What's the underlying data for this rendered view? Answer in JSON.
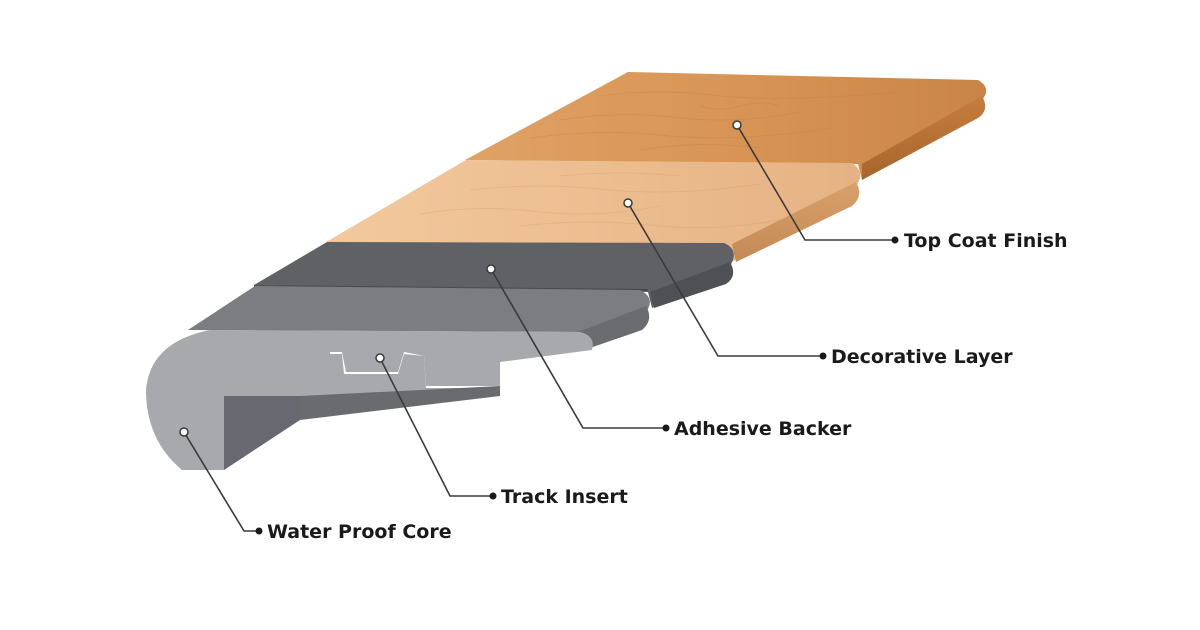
{
  "labels": {
    "top_coat": "Top Coat Finish",
    "decorative": "Decorative Layer",
    "adhesive": "Adhesive Backer",
    "track": "Track Insert",
    "core": "Water Proof Core"
  },
  "colors": {
    "top_coat": "#d9955a",
    "decorative": "#ebbd8f",
    "adhesive": "#5e5f62",
    "core_top": "#7b7c80",
    "core_face": "#a7a8ac",
    "core_inner": "#6a6b6f",
    "leader": "#3a3a3a"
  }
}
